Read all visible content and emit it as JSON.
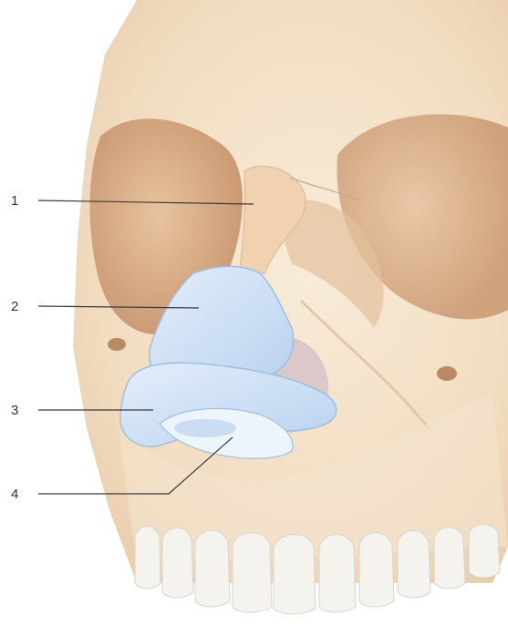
{
  "diagram": {
    "labels": [
      {
        "id": "1",
        "text": "1"
      },
      {
        "id": "2",
        "text": "2"
      },
      {
        "id": "3",
        "text": "3"
      },
      {
        "id": "4",
        "text": "4"
      }
    ]
  },
  "colors": {
    "bone": "#f3e3cc",
    "bone_shadow": "#d9b58f",
    "orbit": "#dcae86",
    "cartilage": "#cfe2f5",
    "cartilage_edge": "#9fbfdf",
    "fibrofatty": "#d8c4c8",
    "teeth": "#f4f3ee",
    "line": "#3a3a3a"
  },
  "icons": [
    "skull-illustration",
    "nasal-cartilage-illustration"
  ]
}
